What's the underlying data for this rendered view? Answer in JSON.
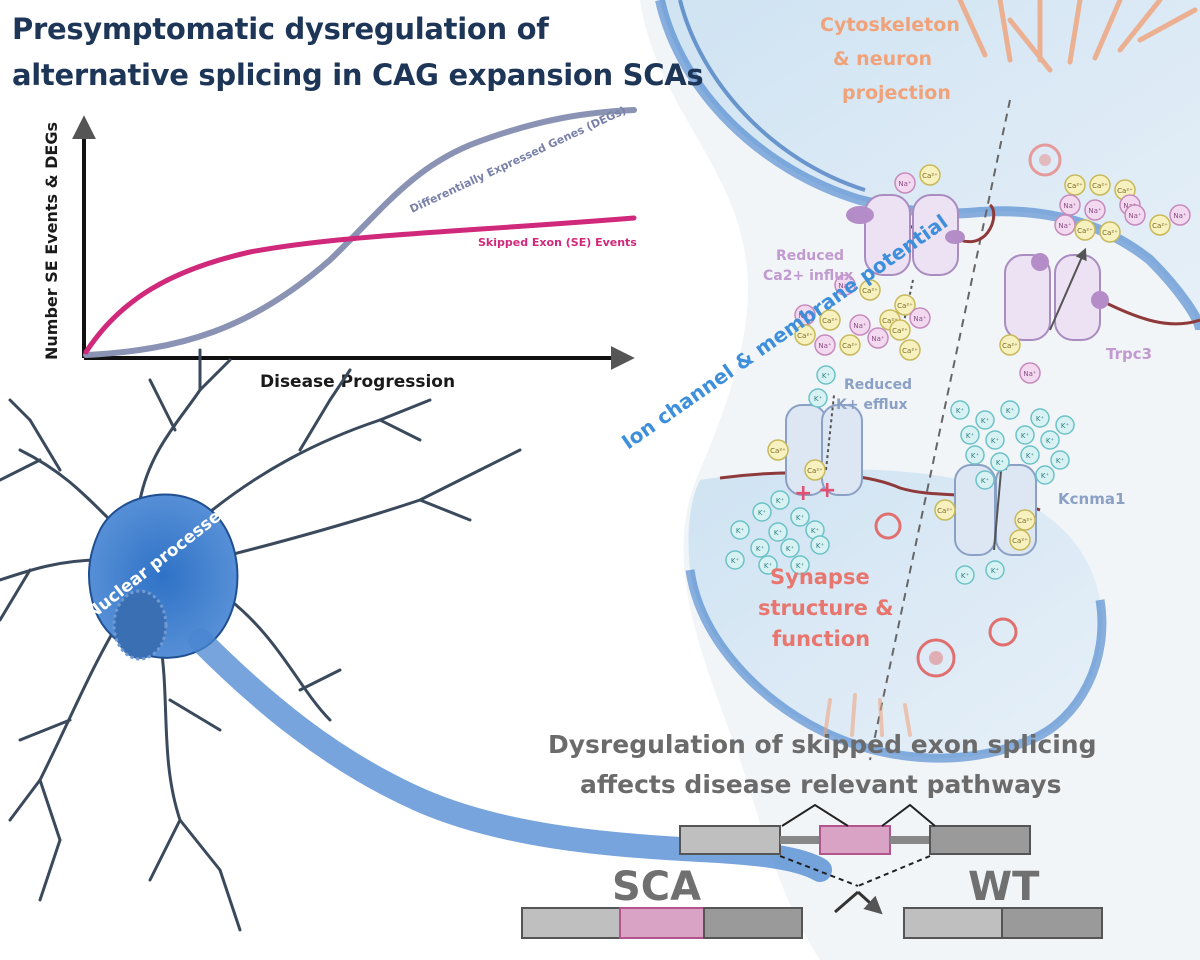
{
  "title": {
    "line1": "Presymptomatic dysregulation of",
    "line2": "alternative splicing in CAG expansion SCAs"
  },
  "chart_data": {
    "type": "line",
    "xlabel": "Disease Progression",
    "ylabel": "Number SE Events & DEGs",
    "x_ticks_shown": false,
    "y_ticks_shown": false,
    "grid": false,
    "series": [
      {
        "name": "Differentially Expressed Genes (DEGs)",
        "color": "#8b93b5",
        "shape": "sigmoid, rising late to highest level"
      },
      {
        "name": "Skipped Exon (SE) Events",
        "color": "#d0287a",
        "shape": "saturating, rising early then plateau"
      }
    ]
  },
  "neuron": {
    "nucleus_label": "Nuclear processes",
    "color": "#3a78c2"
  },
  "labels": {
    "ion_channel": "Ion channel & membrane potential",
    "cytoskeleton": [
      "Cytoskeleton",
      "& neuron",
      "projection"
    ],
    "synapse": [
      "Synapse",
      "structure &",
      "function"
    ],
    "reduced_ca": [
      "Reduced",
      "Ca2+ influx"
    ],
    "reduced_k": [
      "Reduced",
      "K+ efflux"
    ],
    "trpc3": "Trpc3",
    "kcnma1": "Kcnma1"
  },
  "ions": {
    "na": "Na⁺",
    "ca": "Ca²⁺",
    "k": "K⁺"
  },
  "bottom": {
    "line1": "Dysregulation of skipped exon splicing",
    "line2": "affects disease relevant pathways",
    "sca": "SCA",
    "wt": "WT"
  },
  "colors": {
    "title": "#1d3557",
    "exon_pink": "#d8a3c4",
    "exon_grey": "#bfbfbf",
    "membrane": "#8f3a3a",
    "blue": "#3a78c2"
  }
}
